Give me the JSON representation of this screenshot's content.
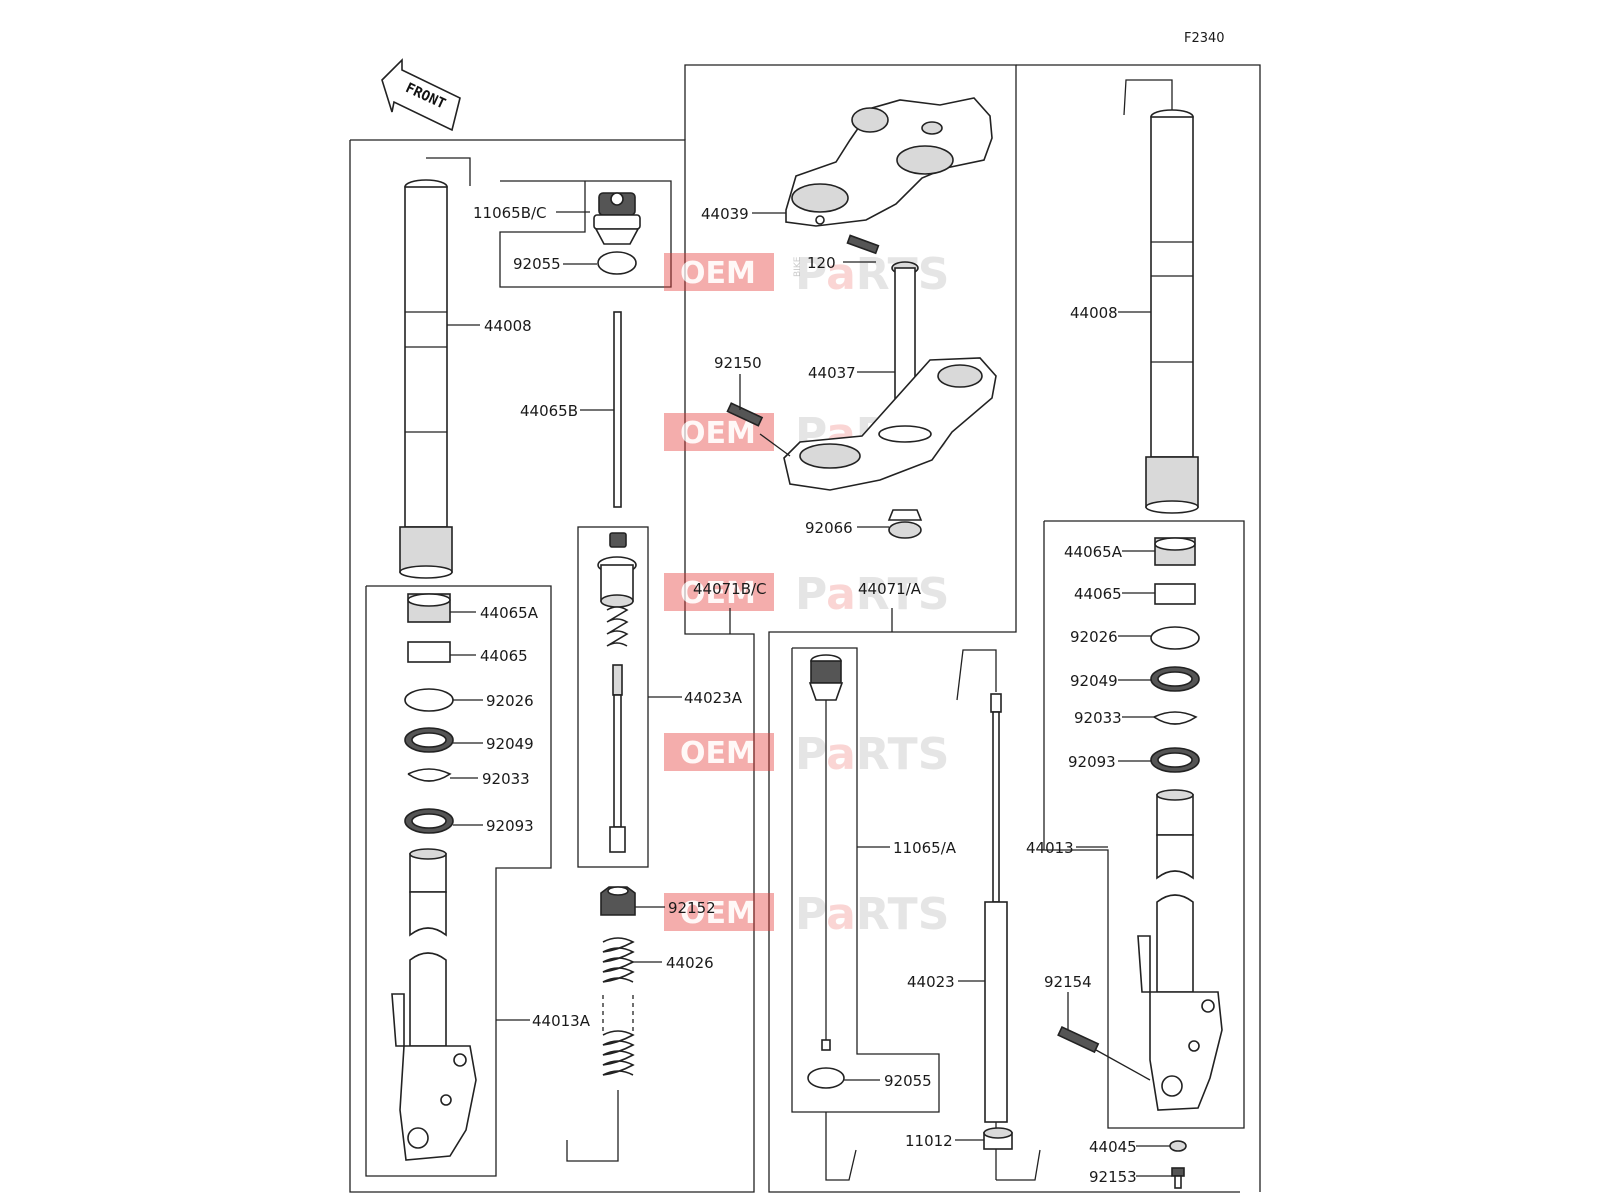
{
  "diagram_code": "F2340",
  "front_label": "FRONT",
  "watermark": {
    "oem": "OEM",
    "bike": "BIKE",
    "parts_pre": "P",
    "parts_a": "a",
    "parts_post": "RTS"
  },
  "labels": {
    "l_11065BC": "11065B/C",
    "l_92055_top": "92055",
    "l_44008_left": "44008",
    "l_44065B": "44065B",
    "l_44065A_left": "44065A",
    "l_44065_left": "44065",
    "l_92026_left": "92026",
    "l_92049_left": "92049",
    "l_92033_left": "92033",
    "l_92093_left": "92093",
    "l_44013A": "44013A",
    "l_44023A": "44023A",
    "l_92152": "92152",
    "l_44026": "44026",
    "l_44071BC": "44071B/C",
    "l_44039": "44039",
    "l_120": "120",
    "l_92150": "92150",
    "l_44037": "44037",
    "l_92066": "92066",
    "l_44071A": "44071/A",
    "l_11065A": "11065/A",
    "l_92055_bot": "92055",
    "l_44023": "44023",
    "l_11012": "11012",
    "l_44008_right": "44008",
    "l_44065A_right": "44065A",
    "l_44065_right": "44065",
    "l_92026_right": "92026",
    "l_92049_right": "92049",
    "l_92033_right": "92033",
    "l_92093_right": "92093",
    "l_44013": "44013",
    "l_92154": "92154",
    "l_44045": "44045",
    "l_92153": "92153"
  }
}
